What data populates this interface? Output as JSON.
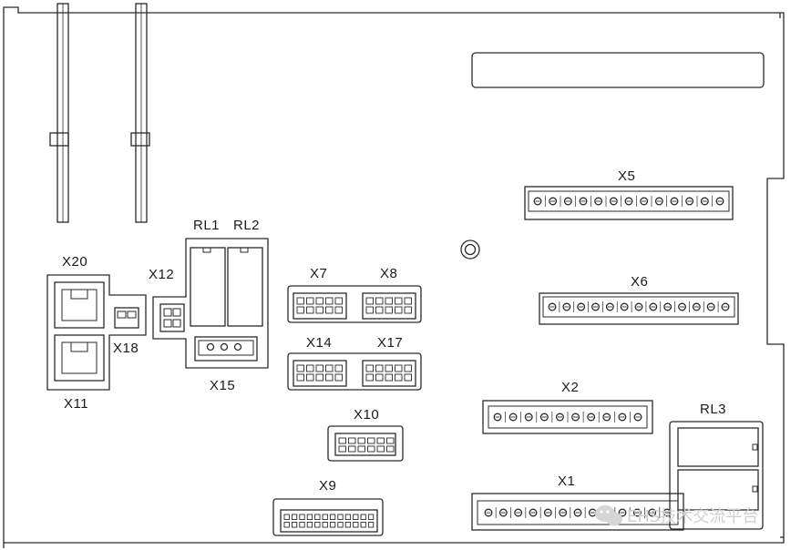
{
  "labels": {
    "x5": "X5",
    "x6": "X6",
    "x2": "X2",
    "x1": "X1",
    "rl3": "RL3",
    "rl1": "RL1",
    "rl2": "RL2",
    "x12": "X12",
    "x15": "X15",
    "x7": "X7",
    "x8": "X8",
    "x14": "X14",
    "x17": "X17",
    "x10": "X10",
    "x9": "X9",
    "x20": "X20",
    "x18": "X18",
    "x11": "X11"
  },
  "watermark": {
    "icon": "wechat-icon",
    "text": "EHS技术交流平台"
  }
}
